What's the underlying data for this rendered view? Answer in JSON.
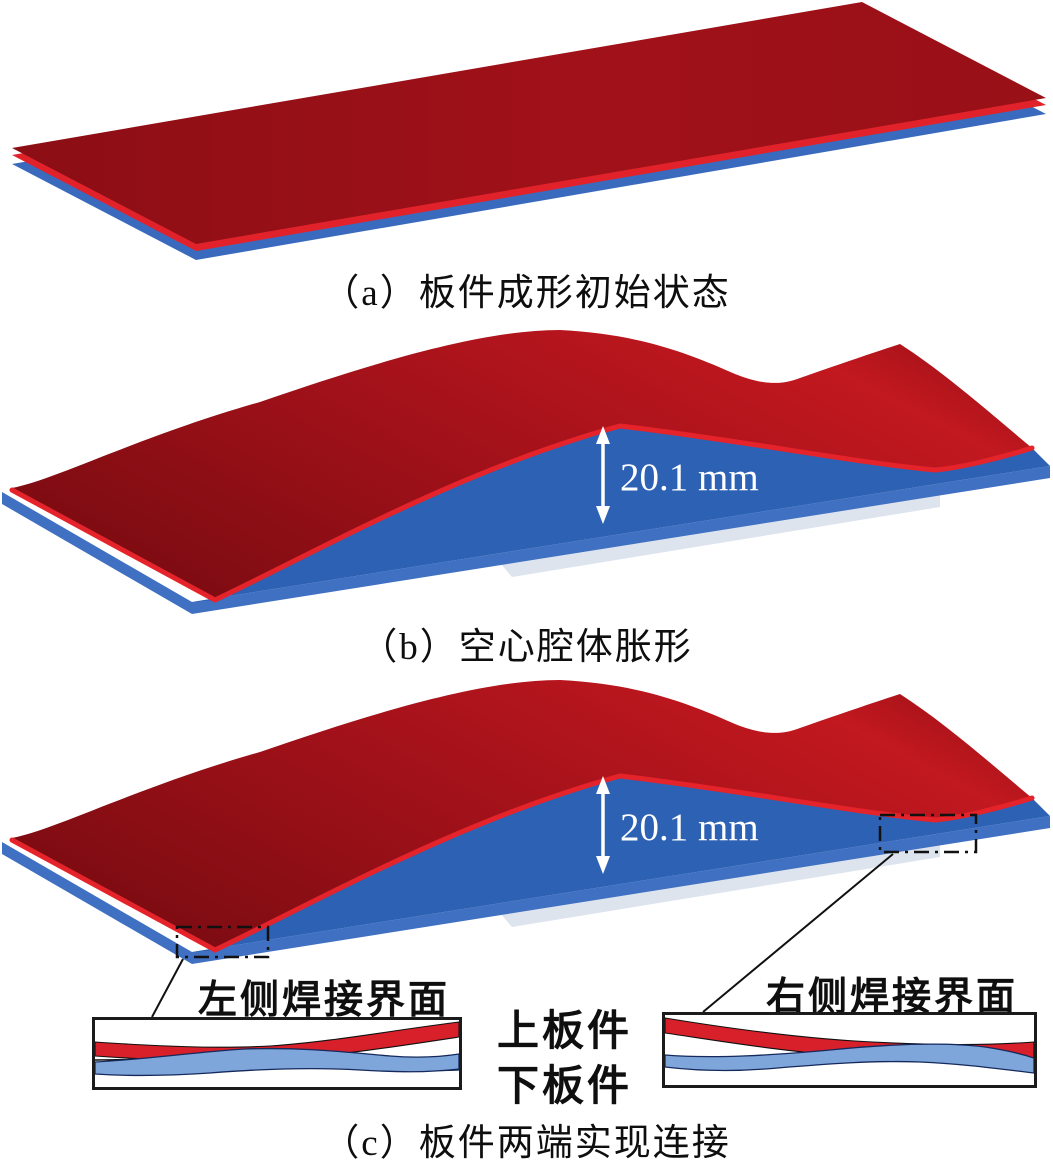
{
  "panels": {
    "a": {
      "caption": "（a）板件成形初始状态"
    },
    "b": {
      "caption": "（b）空心腔体胀形",
      "height_annotation": "20.1 mm"
    },
    "c": {
      "caption": "（c）板件两端实现连接",
      "height_annotation": "20.1 mm",
      "left_weld_label": "左侧焊接界面",
      "right_weld_label": "右侧焊接界面",
      "upper_plate_label": "上板件",
      "lower_plate_label": "下板件"
    }
  },
  "colors": {
    "upper_plate_top_red": "#9d1018",
    "upper_plate_edge_red": "#e5232b",
    "lower_plate_blue": "#2d61b4",
    "lower_plate_edge_blue": "#4070c2",
    "detail_light_blue": "#7ea6db",
    "detail_navy_line": "#15295b",
    "annotation_text_white": "#ffffff",
    "caption_black": "#0e0e0e"
  }
}
